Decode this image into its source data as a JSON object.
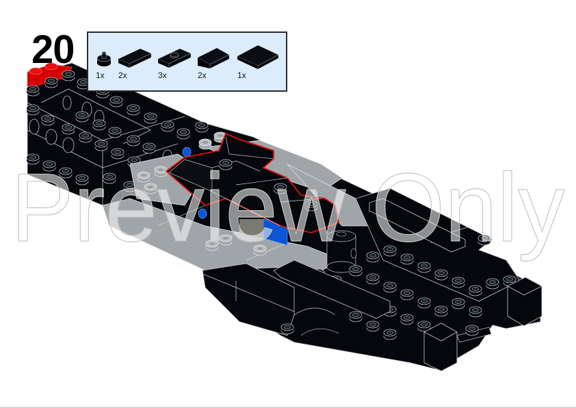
{
  "page": {
    "step_number": "20",
    "background": "#ffffff"
  },
  "parts_callout": {
    "background": "#dcecfb",
    "border": "#2a2a2a",
    "parts": [
      {
        "icon": "round-plate-1x1-with-pin-icon",
        "color": "black",
        "quantity": "1x"
      },
      {
        "icon": "tile-1x2-icon",
        "color": "black",
        "quantity": "2x"
      },
      {
        "icon": "jumper-plate-1x2-icon",
        "color": "black",
        "quantity": "3x"
      },
      {
        "icon": "slope-1x2-icon",
        "color": "black",
        "quantity": "2x"
      },
      {
        "icon": "tile-2x2-icon",
        "color": "black",
        "quantity": "1x"
      }
    ]
  },
  "model": {
    "description": "Black LEGO car chassis assembly with light gray, blue and red elements; new parts highlighted with red outline",
    "colors": {
      "black": "#05070c",
      "edge": "#c8ccd2",
      "light_gray": "#a0a5a9",
      "blue": "#0a55d6",
      "red": "#d40000",
      "highlight": "#e01010"
    }
  },
  "watermark": {
    "text": "Preview Only"
  }
}
